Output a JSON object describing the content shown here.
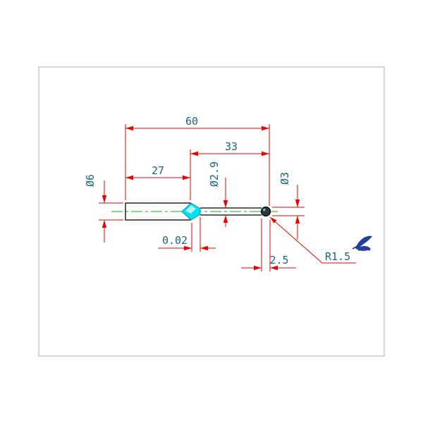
{
  "dims": {
    "overall_length": "60",
    "front_length": "33",
    "shank_length": "27",
    "shank_diameter": "Ø6",
    "shaft_diameter": "Ø2.9",
    "ball_diameter": "Ø3",
    "runout_tolerance": "0.02",
    "ball_offset": "2.5",
    "tip_radius": "R1.5"
  },
  "colors": {
    "dimension_lines": "#ee0000",
    "dimension_text": "#17687e",
    "centerline": "#00bb00",
    "part_outline": "#000000",
    "carbide_tip_fill": "#00e0ee",
    "logo": "#25409a",
    "sheet_border": "#c9c9c9",
    "background": "#ffffff"
  },
  "icons": {
    "logo": "bird-logo"
  }
}
